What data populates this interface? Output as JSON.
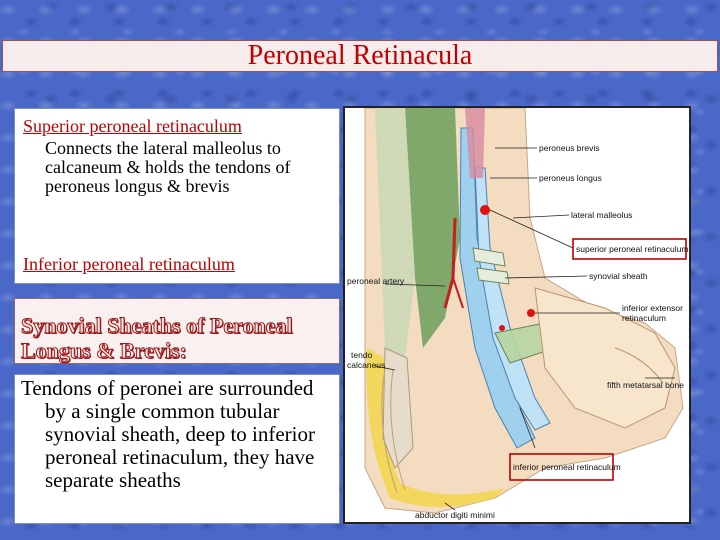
{
  "title": "Peroneal Retinacula",
  "box1": {
    "heading1": "Superior peroneal retinaculum",
    "body": "Connects the lateral malleolus to calcaneum & holds the tendons of peroneus longus & brevis",
    "heading2": "Inferior peroneal retinaculum"
  },
  "box2": {
    "heading": "Synovial Sheaths of Peroneal Longus & Brevis:"
  },
  "box3": {
    "body": "Tendons of peronei are surrounded by a single common  tubular synovial sheath, deep to inferior peroneal retinaculum, they have separate sheaths"
  },
  "figure": {
    "labels": {
      "peroneus_brevis": "peroneus brevis",
      "peroneus_longus": "peroneus longus",
      "lateral_malleolus": "lateral malleolus",
      "superior_retinaculum": "superior peroneal retinaculum",
      "synovial_sheath": "synovial sheath",
      "inferior_extensor": "inferior extensor retinaculum",
      "peroneal_artery": "peroneal artery",
      "tendo_calcaneus": "tendo calcaneus",
      "fifth_metatarsal": "fifth metatarsal bone",
      "inferior_retinaculum": "inferior peroneal retinaculum",
      "abductor": "abductor digiti minimi"
    },
    "colors": {
      "highlight_box": "#c00000",
      "marker": "#e01010",
      "tendon": "#9fd0ee",
      "muscle": "#7fa86a"
    }
  }
}
